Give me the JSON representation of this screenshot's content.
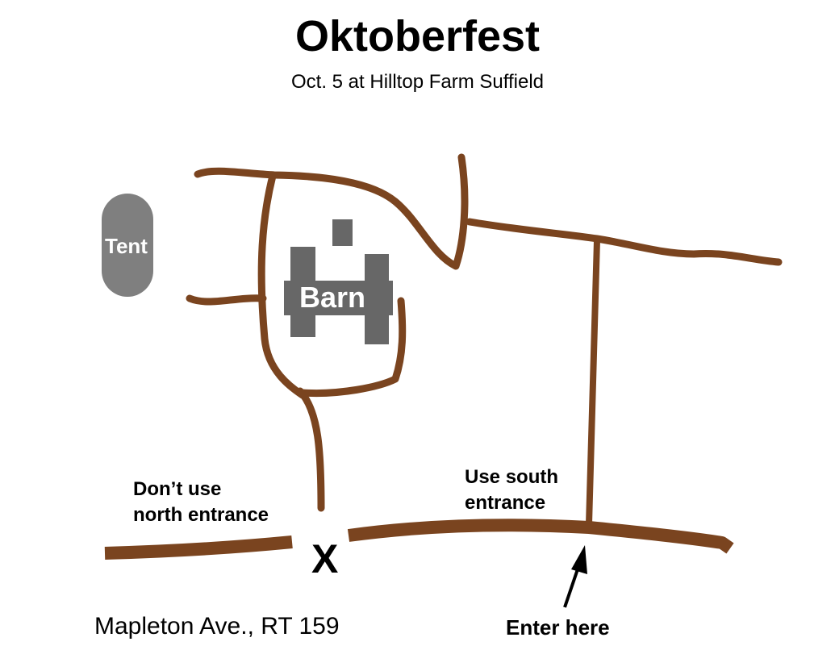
{
  "header": {
    "title": "Oktoberfest",
    "subtitle": "Oct. 5 at Hilltop Farm Suffield"
  },
  "map": {
    "road_color": "#7a441f",
    "building_color": "#676767",
    "tent_color": "#7f7f7f",
    "buildings": {
      "tent_label": "Tent",
      "barn_label": "Barn"
    },
    "annotations": {
      "north_entrance_line1": "Don’t use",
      "north_entrance_line2": "north entrance",
      "north_entrance_marker": "X",
      "south_entrance_line1": "Use south",
      "south_entrance_line2": "entrance",
      "enter_here": "Enter here"
    },
    "main_road_label": "Mapleton Ave., RT 159"
  }
}
